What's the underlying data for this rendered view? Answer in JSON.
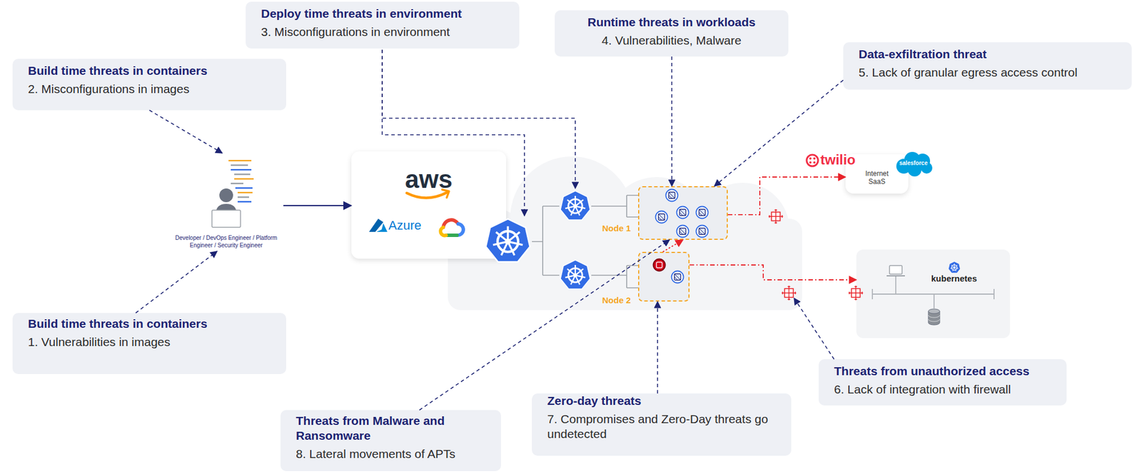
{
  "diagram": {
    "nodes": [
      {
        "text": [
          "Deploy time threats in environment",
          "3. Misconfigurations in environment"
        ]
      },
      {
        "text": [
          "Runtime threats in workloads",
          "4. Vulnerabilities, Malware"
        ]
      },
      {
        "text": [
          "Data-exfiltration threat",
          "5. Lack of granular egress access control"
        ]
      },
      {
        "text": [
          "Build time threats in containers",
          "2. Misconfigurations in images"
        ]
      },
      {
        "text": [
          "aws",
          "Azure"
        ]
      },
      {
        "text": [
          "Developer / DevOps Engineer / Platform Engineer / Security Engineer"
        ]
      },
      {
        "text": [
          "Node 1"
        ]
      },
      {
        "text": [
          "Internet SaaS"
        ]
      },
      {
        "text": [
          "Node 2"
        ]
      },
      {
        "text": [
          "kubernetes"
        ]
      },
      {
        "text": [
          "Build time threats in containers",
          "1. Vulnerabilities in images"
        ]
      },
      {
        "text": [
          "Threats from unauthorized access",
          "6. Lack of integration with firewall"
        ]
      },
      {
        "text": [
          "Zero-day threats",
          "7. Compromises and Zero-Day threats go undetected"
        ]
      },
      {
        "text": [
          "Threats from Malware and Ransomware",
          "8. Lateral movements of APTs"
        ]
      }
    ],
    "edges": [
      {
        "from": 5,
        "to": 4,
        "arrow": "to"
      },
      {
        "from": 3,
        "to": 5,
        "arrow": "to"
      },
      {
        "from": 10,
        "to": 5,
        "arrow": "to"
      },
      {
        "from": 1,
        "to": 6,
        "arrow": "to"
      },
      {
        "from": 2,
        "to": 6,
        "arrow": "to"
      },
      {
        "from": 12,
        "to": 8,
        "arrow": "to"
      },
      {
        "from": 13,
        "to": 6,
        "arrow": "to"
      },
      {
        "from": 6,
        "to": 7,
        "arrow": "to"
      },
      {
        "from": 8,
        "to": 9,
        "arrow": "to"
      },
      {
        "from": 8,
        "to": 6,
        "arrow": "to"
      }
    ],
    "labels": [
      "twilio",
      "salesforce"
    ]
  }
}
